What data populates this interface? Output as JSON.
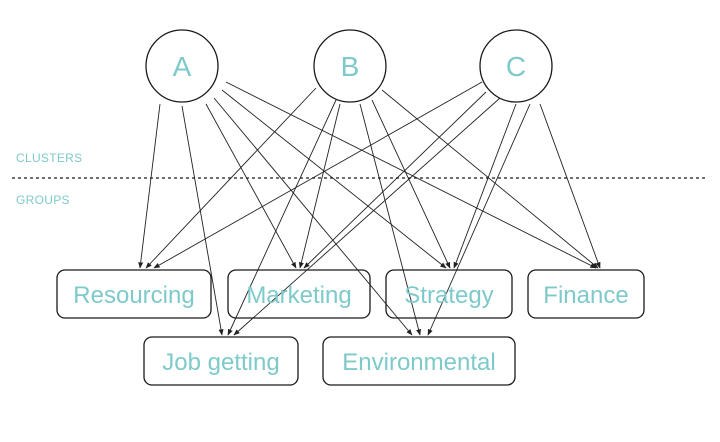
{
  "colors": {
    "label": "#7ecaca",
    "stroke": "#1a1a1a",
    "arrow": "#222222"
  },
  "sections": {
    "upper": "CLUSTERS",
    "lower": "GROUPS"
  },
  "clusters": [
    {
      "id": "A",
      "label": "A"
    },
    {
      "id": "B",
      "label": "B"
    },
    {
      "id": "C",
      "label": "C"
    }
  ],
  "groups": [
    {
      "id": "resourcing",
      "label": "Resourcing"
    },
    {
      "id": "marketing",
      "label": "Marketing"
    },
    {
      "id": "strategy",
      "label": "Strategy"
    },
    {
      "id": "finance",
      "label": "Finance"
    },
    {
      "id": "job-getting",
      "label": "Job getting"
    },
    {
      "id": "environmental",
      "label": "Environmental"
    }
  ],
  "edges": [
    {
      "from": "A",
      "to": "resourcing"
    },
    {
      "from": "A",
      "to": "job-getting"
    },
    {
      "from": "A",
      "to": "marketing"
    },
    {
      "from": "A",
      "to": "environmental"
    },
    {
      "from": "A",
      "to": "strategy"
    },
    {
      "from": "A",
      "to": "finance"
    },
    {
      "from": "B",
      "to": "resourcing"
    },
    {
      "from": "B",
      "to": "job-getting"
    },
    {
      "from": "B",
      "to": "marketing"
    },
    {
      "from": "B",
      "to": "environmental"
    },
    {
      "from": "B",
      "to": "strategy"
    },
    {
      "from": "B",
      "to": "finance"
    },
    {
      "from": "C",
      "to": "resourcing"
    },
    {
      "from": "C",
      "to": "job-getting"
    },
    {
      "from": "C",
      "to": "marketing"
    },
    {
      "from": "C",
      "to": "environmental"
    },
    {
      "from": "C",
      "to": "strategy"
    },
    {
      "from": "C",
      "to": "finance"
    }
  ]
}
